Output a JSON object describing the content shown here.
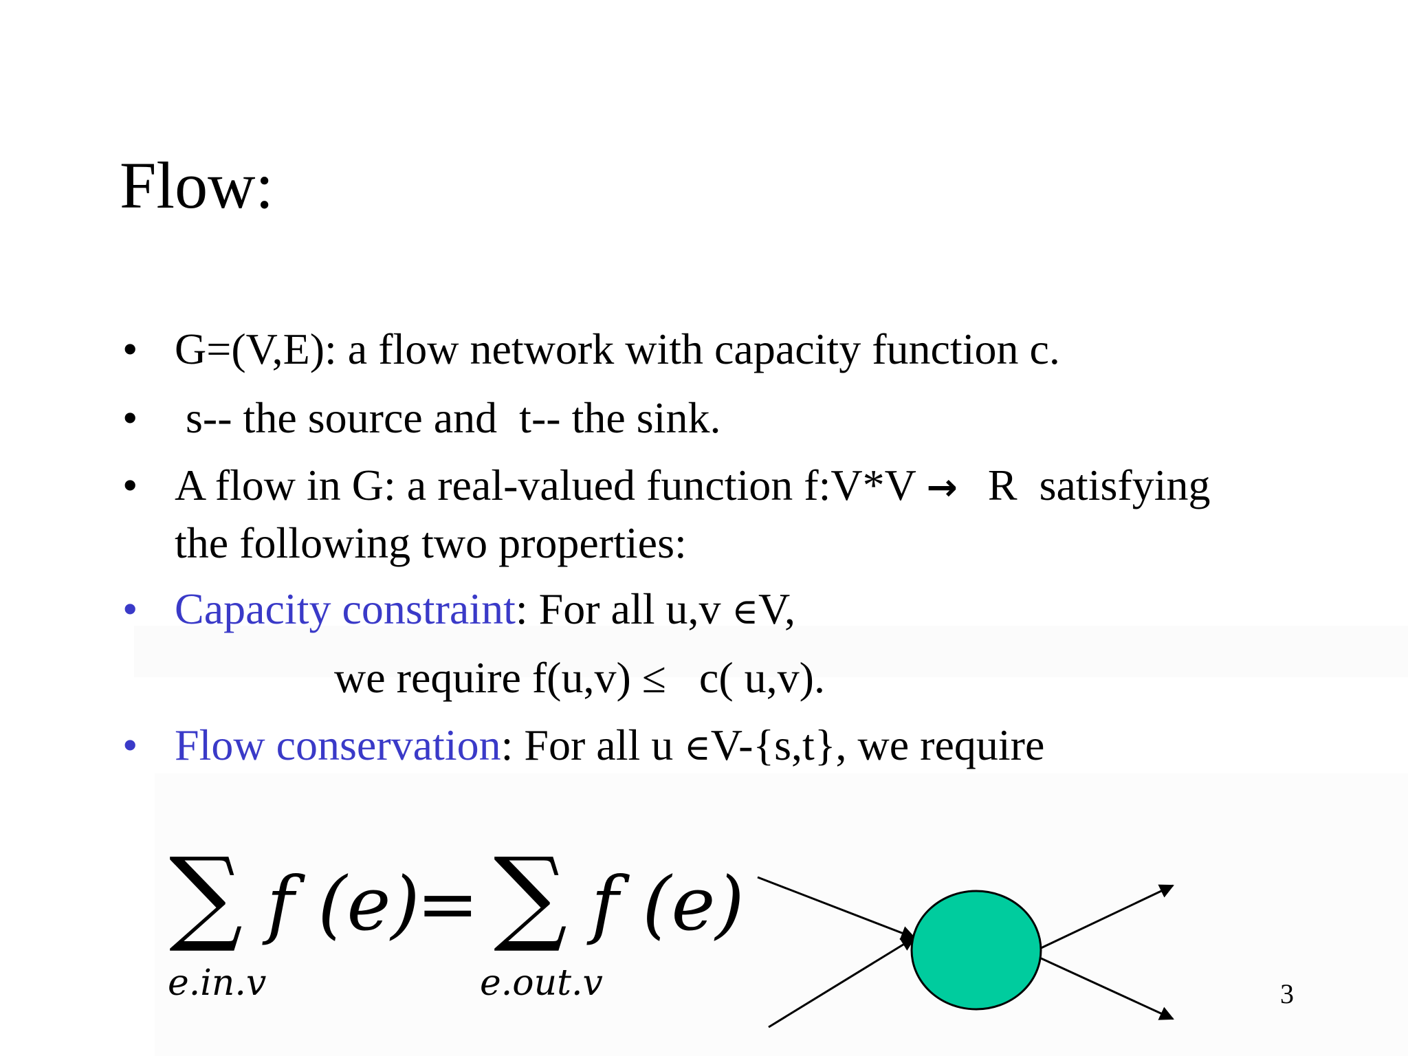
{
  "slide": {
    "title": "Flow:",
    "bullet_symbol": "•",
    "bullets": [
      {
        "text": "G=(V,E):  a flow network with capacity function c."
      },
      {
        "text": " s-- the source and  t-- the sink."
      },
      {
        "line1": "A flow in G: a real-valued function f:V*V",
        "arrow": "→",
        "line1_end": "R  satisfying",
        "line2": "the following two properties:"
      },
      {
        "highlight": "Capacity constraint",
        "rest": ": For all u,v ",
        "element_of": "∈",
        "tail": "V,",
        "indent_text": "we require f(u,v) ≤   c( u,v)."
      },
      {
        "highlight": "Flow conservation",
        "rest": ": For all u ",
        "element_of": "∈",
        "tail": "V-{s,t}, we require"
      }
    ],
    "formula": {
      "sigma": "∑",
      "term": "f (e)",
      "equals": "=",
      "left_sub": "e.in.v",
      "right_sub": "e.out.v"
    },
    "page_number": "3"
  },
  "colors": {
    "highlight": "#3a3ac8",
    "node_fill": "#00cc9e",
    "text": "#000000"
  },
  "icons": {
    "node": "circle-node",
    "edges": "arrow-lines"
  }
}
